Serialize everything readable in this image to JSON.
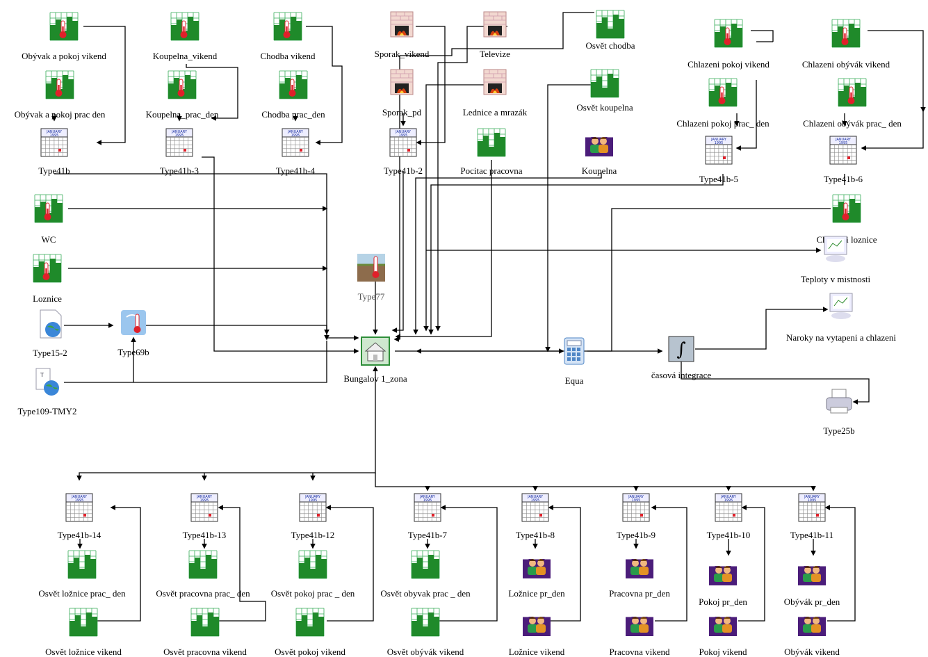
{
  "canvas": {
    "background": "#ffffff",
    "wire_color": "#000000"
  },
  "icon_colors": {
    "profile_green": "#1f8a2a",
    "grid": "#33aa55",
    "thermo": "#e0202a",
    "calendar_blue": "#1a2fa0",
    "occupant_purple": "#4b1d7a",
    "fireplace_red": "#d84010",
    "house_green": "#2f8f3a",
    "calculator_blue": "#4f86c6"
  },
  "nodes": {
    "obyvak_vikend": {
      "label": "Obývak a pokoj vikend",
      "icon": "profile-icon"
    },
    "obyvak_prac": {
      "label": "Obývak a pokoj prac den",
      "icon": "profile-icon"
    },
    "type41b": {
      "label": "Type41b",
      "icon": "calendar-icon"
    },
    "koupelna_vikend": {
      "label": "Koupelna_vikend",
      "icon": "profile-icon"
    },
    "koupelna_prac": {
      "label": "Koupelna_prac_den",
      "icon": "profile-icon"
    },
    "type41b_3": {
      "label": "Type41b-3",
      "icon": "calendar-icon"
    },
    "chodba_vikend": {
      "label": "Chodba vikend",
      "icon": "profile-icon"
    },
    "chodba_prac": {
      "label": "Chodba prac_den",
      "icon": "profile-icon"
    },
    "type41b_4": {
      "label": "Type41b-4",
      "icon": "calendar-icon"
    },
    "sporak_vikend": {
      "label": "Sporak_vikend",
      "icon": "fireplace-icon"
    },
    "televize": {
      "label": "Televize",
      "icon": "fireplace-icon"
    },
    "sporak_pd": {
      "label": "Sporak_pd",
      "icon": "fireplace-icon"
    },
    "lednice": {
      "label": "Lednice a mrazák",
      "icon": "fireplace-icon"
    },
    "type41b_2": {
      "label": "Type41b-2",
      "icon": "calendar-icon"
    },
    "osvet_chodba": {
      "label": "Osvět chodba",
      "icon": "bars-icon"
    },
    "osvet_koupelna": {
      "label": "Osvět koupelna",
      "icon": "bars-icon"
    },
    "pocitac": {
      "label": "Pocitac pracovna",
      "icon": "bars-icon"
    },
    "koupelna": {
      "label": "Koupelna",
      "icon": "occupant-icon"
    },
    "chl_pokoj_vikend": {
      "label": "Chlazeni pokoj vikend",
      "icon": "profile-icon"
    },
    "chl_pokoj_prac": {
      "label": "Chlazeni pokoj prac_ den",
      "icon": "profile-icon"
    },
    "type41b_5": {
      "label": "Type41b-5",
      "icon": "calendar-icon"
    },
    "chl_obyvak_vikend": {
      "label": "Chlazeni obývák vikend",
      "icon": "profile-icon"
    },
    "chl_obyvak_prac": {
      "label": "Chlazeni obývák prac_ den",
      "icon": "profile-icon"
    },
    "type41b_6": {
      "label": "Type41b-6",
      "icon": "calendar-icon"
    },
    "wc": {
      "label": "WC",
      "icon": "profile-icon"
    },
    "loznice": {
      "label": "Loznice",
      "icon": "profile-icon"
    },
    "chl_loznice": {
      "label": "Chlazeni loznice",
      "icon": "profile-icon"
    },
    "teploty": {
      "label": "Teploty v mistnosti",
      "icon": "plotter-icon"
    },
    "type77": {
      "label": "Type77",
      "icon": "ground-temp-icon"
    },
    "type15_2": {
      "label": "Type15-2",
      "icon": "weather-file-icon"
    },
    "type69b": {
      "label": "Type69b",
      "icon": "sky-temp-icon"
    },
    "type109": {
      "label": "Type109-TMY2",
      "icon": "weather-reader-icon"
    },
    "bungalov": {
      "label": "Bungalov 1_zona",
      "icon": "house-icon"
    },
    "equa": {
      "label": "Equa",
      "icon": "calculator-icon"
    },
    "integrace": {
      "label": "časová integrace",
      "icon": "integral-icon"
    },
    "naroky": {
      "label": "Naroky na vytapeni a chlazeni",
      "icon": "plotter-icon"
    },
    "type25b": {
      "label": "Type25b",
      "icon": "printer-icon"
    },
    "type41b_14": {
      "label": "Type41b-14",
      "icon": "calendar-icon"
    },
    "type41b_13": {
      "label": "Type41b-13",
      "icon": "calendar-icon"
    },
    "type41b_12": {
      "label": "Type41b-12",
      "icon": "calendar-icon"
    },
    "type41b_7": {
      "label": "Type41b-7",
      "icon": "calendar-icon"
    },
    "type41b_8": {
      "label": "Type41b-8",
      "icon": "calendar-icon"
    },
    "type41b_9": {
      "label": "Type41b-9",
      "icon": "calendar-icon"
    },
    "type41b_10": {
      "label": "Type41b-10",
      "icon": "calendar-icon"
    },
    "type41b_11": {
      "label": "Type41b-11",
      "icon": "calendar-icon"
    },
    "osvet_loznice_prac": {
      "label": "Osvět ložnice prac_ den",
      "icon": "bars-icon"
    },
    "osvet_pracovna_prac": {
      "label": "Osvět pracovna prac_ den",
      "icon": "bars-icon"
    },
    "osvet_pokoj_prac": {
      "label": "Osvět pokoj prac _ den",
      "icon": "bars-icon"
    },
    "osvet_obyvak_prac": {
      "label": "Osvět obyvak prac _ den",
      "icon": "bars-icon"
    },
    "loznice_pr_den": {
      "label": "Ložnice pr_den",
      "icon": "occupant-icon"
    },
    "pracovna_pr_den": {
      "label": "Pracovna pr_den",
      "icon": "occupant-icon"
    },
    "pokoj_pr_den": {
      "label": "Pokoj pr_den",
      "icon": "occupant-icon"
    },
    "obyvak_pr_den": {
      "label": "Obývák pr_den",
      "icon": "occupant-icon"
    },
    "osvet_loznice_vikend": {
      "label": "Osvět ložnice vikend",
      "icon": "bars-icon"
    },
    "osvet_pracovna_vikend": {
      "label": "Osvět pracovna vikend",
      "icon": "bars-icon"
    },
    "osvet_pokoj_vikend": {
      "label": "Osvět pokoj vikend",
      "icon": "bars-icon"
    },
    "osvet_obyvak_vikend": {
      "label": "Osvět obývák vikend",
      "icon": "bars-icon"
    },
    "loznice_vikend": {
      "label": "Ložnice vikend",
      "icon": "occupant-icon"
    },
    "pracovna_vikend": {
      "label": "Pracovna vikend",
      "icon": "occupant-icon"
    },
    "pokoj_vikend": {
      "label": "Pokoj vikend",
      "icon": "occupant-icon"
    },
    "obyvak_vikend2": {
      "label": "Obývák vikend",
      "icon": "occupant-icon"
    }
  },
  "calendar": {
    "month": "JANUARY",
    "year": "1995"
  }
}
